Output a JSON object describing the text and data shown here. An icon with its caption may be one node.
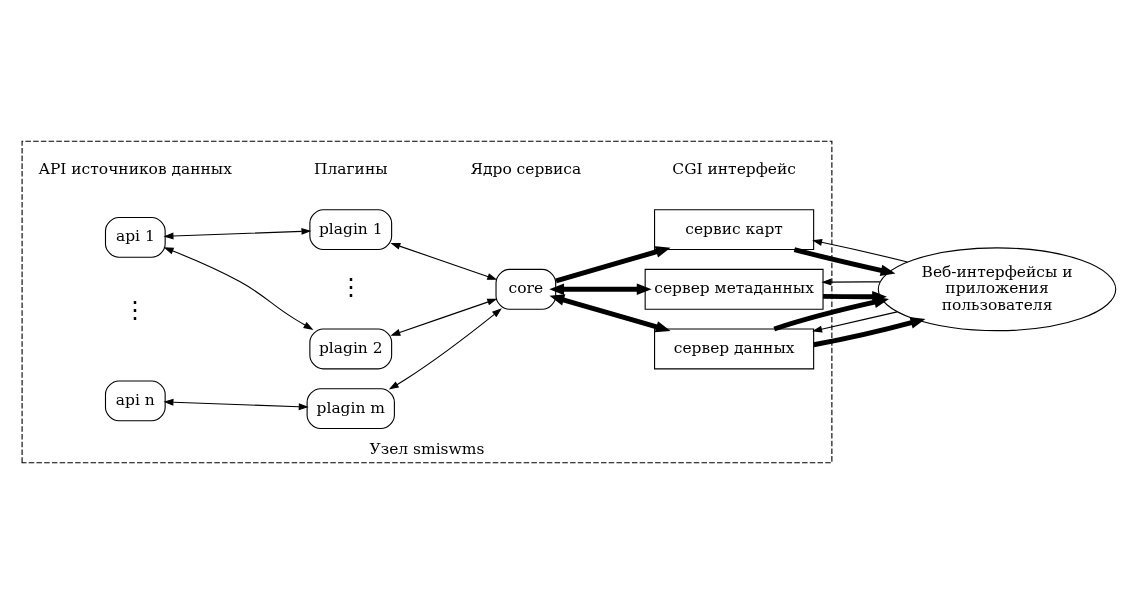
{
  "diagram": {
    "nodes": [
      {
        "text": [
          "Узел smiswms"
        ]
      },
      {
        "text": [
          "api 1"
        ],
        "in": 0
      },
      {
        "text": [
          "api n"
        ],
        "in": 0
      },
      {
        "text": [
          "plagin 1"
        ],
        "in": 0
      },
      {
        "text": [
          "plagin 2"
        ],
        "in": 0
      },
      {
        "text": [
          "plagin m"
        ],
        "in": 0
      },
      {
        "text": [
          "core"
        ],
        "in": 0
      },
      {
        "text": [
          "сервис карт"
        ],
        "in": 0
      },
      {
        "text": [
          "сервер метаданных"
        ],
        "in": 0
      },
      {
        "text": [
          "сервер данных"
        ],
        "in": 0
      },
      {
        "text": [
          "Веб-интерфейсы и приложения пользователя"
        ]
      }
    ],
    "edges": [
      {
        "from": 1,
        "to": 3,
        "arrow": "both"
      },
      {
        "from": 1,
        "to": 4,
        "arrow": "both"
      },
      {
        "from": 2,
        "to": 5,
        "arrow": "both"
      },
      {
        "from": 3,
        "to": 6,
        "arrow": "both"
      },
      {
        "from": 4,
        "to": 6,
        "arrow": "both"
      },
      {
        "from": 5,
        "to": 6,
        "arrow": "both"
      },
      {
        "from": 6,
        "to": 7,
        "arrow": "to",
        "style": "thick"
      },
      {
        "from": 6,
        "to": 8,
        "arrow": "both",
        "style": "thick"
      },
      {
        "from": 6,
        "to": 9,
        "arrow": "both",
        "style": "thick"
      },
      {
        "from": 10,
        "to": 7,
        "arrow": "to"
      },
      {
        "from": 7,
        "to": 10,
        "arrow": "to",
        "style": "thick"
      },
      {
        "from": 10,
        "to": 8,
        "arrow": "to"
      },
      {
        "from": 8,
        "to": 10,
        "arrow": "to",
        "style": "thick"
      },
      {
        "from": 10,
        "to": 9,
        "arrow": "to"
      },
      {
        "from": 9,
        "to": 10,
        "arrow": "to",
        "style": "thick"
      },
      {
        "from": 9,
        "to": 10,
        "arrow": "to",
        "style": "thick"
      }
    ],
    "labels": [
      "API источников данных",
      "Плагины",
      "Ядро сервиса",
      "CGI интерфейс",
      "⋮",
      "⋮"
    ]
  }
}
